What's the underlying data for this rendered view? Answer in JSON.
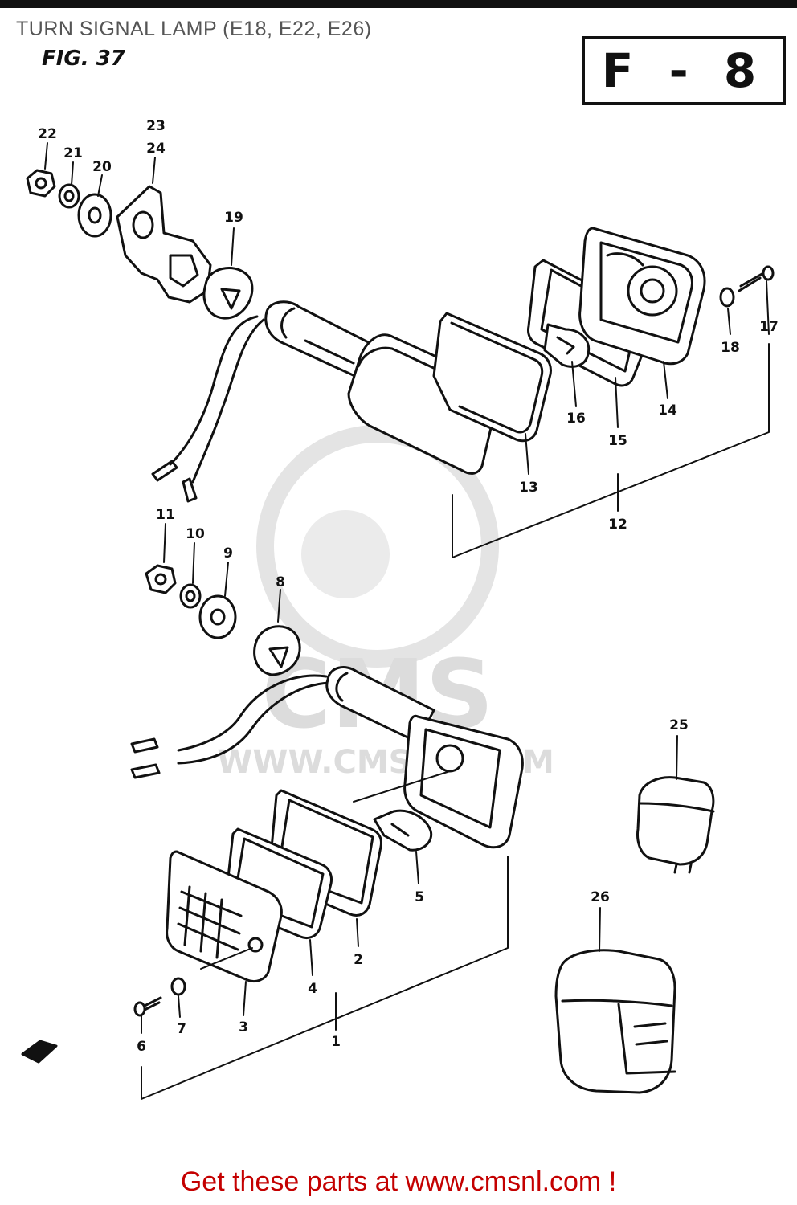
{
  "header": {
    "title": "TURN SIGNAL LAMP (E18, E22, E26)",
    "fig_label": "FIG. 37",
    "section_code": "F - 8"
  },
  "watermark": {
    "brand": "CMS",
    "url": "WWW.CMSNL.COM"
  },
  "callouts": [
    "1",
    "2",
    "3",
    "4",
    "5",
    "6",
    "7",
    "8",
    "9",
    "10",
    "11",
    "12",
    "13",
    "14",
    "15",
    "16",
    "17",
    "18",
    "19",
    "20",
    "21",
    "22",
    "23",
    "24",
    "25",
    "26"
  ],
  "footer": {
    "text": "Get these parts at www.cmsnl.com !"
  },
  "colors": {
    "ink": "#111111",
    "footer": "#c40000",
    "watermark": "#dddddd"
  }
}
